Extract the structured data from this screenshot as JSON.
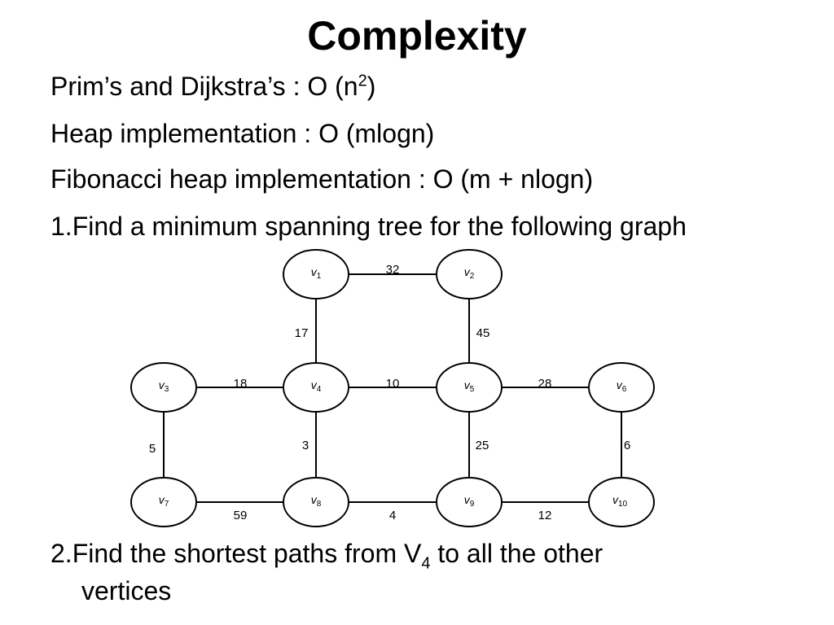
{
  "slide": {
    "title": "Complexity",
    "line1": {
      "text": "Prim’s and Dijkstra’s : O (n",
      "sup": "2",
      "tail": ")"
    },
    "line2": "Heap implementation : O (mlogn)",
    "line3": "Fibonacci heap implementation : O (m + nlogn)",
    "line4": "1.Find a minimum spanning tree for the following graph",
    "line5": {
      "text": "2.Find the shortest paths from V",
      "sub": "4",
      "tail": " to all the other"
    },
    "line6": "vertices"
  },
  "graph": {
    "vertices": [
      {
        "id": "v1",
        "letter": "v",
        "sub": "1"
      },
      {
        "id": "v2",
        "letter": "v",
        "sub": "2"
      },
      {
        "id": "v3",
        "letter": "v",
        "sub": "3"
      },
      {
        "id": "v4",
        "letter": "v",
        "sub": "4"
      },
      {
        "id": "v5",
        "letter": "v",
        "sub": "5"
      },
      {
        "id": "v6",
        "letter": "v",
        "sub": "6"
      },
      {
        "id": "v7",
        "letter": "v",
        "sub": "7"
      },
      {
        "id": "v8",
        "letter": "v",
        "sub": "8"
      },
      {
        "id": "v9",
        "letter": "v",
        "sub": "9"
      },
      {
        "id": "v10",
        "letter": "v",
        "sub": "10"
      }
    ],
    "edges": [
      {
        "from": "v1",
        "to": "v2",
        "weight": "32"
      },
      {
        "from": "v1",
        "to": "v4",
        "weight": "17"
      },
      {
        "from": "v2",
        "to": "v5",
        "weight": "45"
      },
      {
        "from": "v3",
        "to": "v4",
        "weight": "18"
      },
      {
        "from": "v4",
        "to": "v5",
        "weight": "10"
      },
      {
        "from": "v5",
        "to": "v6",
        "weight": "28"
      },
      {
        "from": "v3",
        "to": "v7",
        "weight": "5"
      },
      {
        "from": "v4",
        "to": "v8",
        "weight": "3"
      },
      {
        "from": "v5",
        "to": "v9",
        "weight": "25"
      },
      {
        "from": "v6",
        "to": "v10",
        "weight": "6"
      },
      {
        "from": "v7",
        "to": "v8",
        "weight": "59"
      },
      {
        "from": "v8",
        "to": "v9",
        "weight": "4"
      },
      {
        "from": "v9",
        "to": "v10",
        "weight": "12"
      }
    ]
  }
}
